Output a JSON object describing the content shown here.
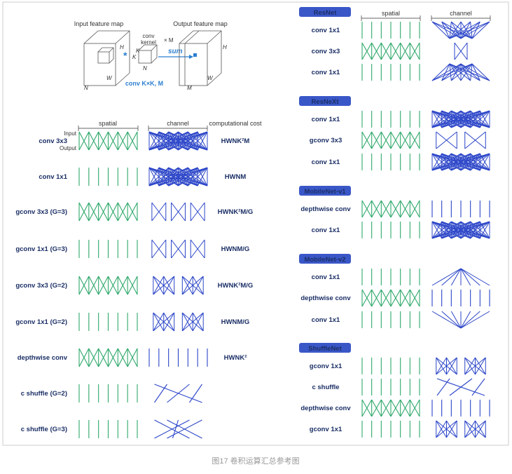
{
  "top_figure": {
    "input_label": "Input feature map",
    "output_label": "Output feature map",
    "kernel_label_1": "conv",
    "kernel_label_2": "kernel",
    "times_m": "× M",
    "sum_label": "sum",
    "conv_caption": "conv K×K, M",
    "dims": {
      "H": "H",
      "W": "W",
      "N": "N",
      "K": "K",
      "M": "M"
    }
  },
  "left_table": {
    "spatial_header": "spatial",
    "channel_header": "channel",
    "cost_header": "computational cost",
    "input_label": "Input",
    "output_label": "Output",
    "rows": [
      {
        "label": "conv 3x3",
        "cost": "HWNK²M",
        "spatial": "full",
        "channel": "full"
      },
      {
        "label": "conv 1x1",
        "cost": "HWNM",
        "spatial": "straight",
        "channel": "full"
      },
      {
        "label": "gconv 3x3 (G=3)",
        "cost": "HWNK²M/G",
        "spatial": "full",
        "channel": "g3"
      },
      {
        "label": "gconv 1x1 (G=3)",
        "cost": "HWNM/G",
        "spatial": "straight",
        "channel": "g3"
      },
      {
        "label": "gconv 3x3 (G=2)",
        "cost": "HWNK²M/G",
        "spatial": "full",
        "channel": "g2"
      },
      {
        "label": "gconv 1x1 (G=2)",
        "cost": "HWNM/G",
        "spatial": "straight",
        "channel": "g2"
      },
      {
        "label": "depthwise conv",
        "cost": "HWNK²",
        "spatial": "full",
        "channel": "straight"
      },
      {
        "label": "c shuffle (G=2)",
        "cost": "",
        "spatial": "straight",
        "channel": "shuffle2"
      },
      {
        "label": "c shuffle (G=3)",
        "cost": "",
        "spatial": "straight",
        "channel": "shuffle3"
      }
    ]
  },
  "right_blocks": [
    {
      "title": "ResNet",
      "spatial_header": "spatial",
      "channel_header": "channel",
      "rows": [
        {
          "label": "conv 1x1",
          "spatial": "straight",
          "channel": "reduce"
        },
        {
          "label": "conv 3x3",
          "spatial": "full",
          "channel": "narrow"
        },
        {
          "label": "conv 1x1",
          "spatial": "straight",
          "channel": "expand"
        }
      ]
    },
    {
      "title": "ResNeXt",
      "rows": [
        {
          "label": "conv 1x1",
          "spatial": "straight",
          "channel": "full"
        },
        {
          "label": "gconv 3x3",
          "spatial": "full",
          "channel": "g2small"
        },
        {
          "label": "conv 1x1",
          "spatial": "straight",
          "channel": "full"
        }
      ]
    },
    {
      "title": "MobileNet-v1",
      "rows": [
        {
          "label": "depthwise conv",
          "spatial": "full",
          "channel": "straight"
        },
        {
          "label": "conv 1x1",
          "spatial": "straight",
          "channel": "full"
        }
      ]
    },
    {
      "title": "MobileNet-v2",
      "rows": [
        {
          "label": "conv 1x1",
          "spatial": "straight",
          "channel": "expand_tri"
        },
        {
          "label": "depthwise conv",
          "spatial": "full",
          "channel": "straight"
        },
        {
          "label": "conv 1x1",
          "spatial": "straight",
          "channel": "reduce_tri"
        }
      ]
    },
    {
      "title": "ShuffleNet",
      "rows": [
        {
          "label": "gconv 1x1",
          "spatial": "straight",
          "channel": "g2"
        },
        {
          "label": "c shuffle",
          "spatial": "straight",
          "channel": "shuffle2"
        },
        {
          "label": "depthwise conv",
          "spatial": "full",
          "channel": "straight"
        },
        {
          "label": "gconv 1x1",
          "spatial": "straight",
          "channel": "g2"
        }
      ]
    }
  ],
  "caption": "图17 卷积运算汇总参考图",
  "colors": {
    "spatial": "#2fa86b",
    "channel": "#2b45c8",
    "badge": "#3a57c8",
    "text": "#1b2f66"
  }
}
